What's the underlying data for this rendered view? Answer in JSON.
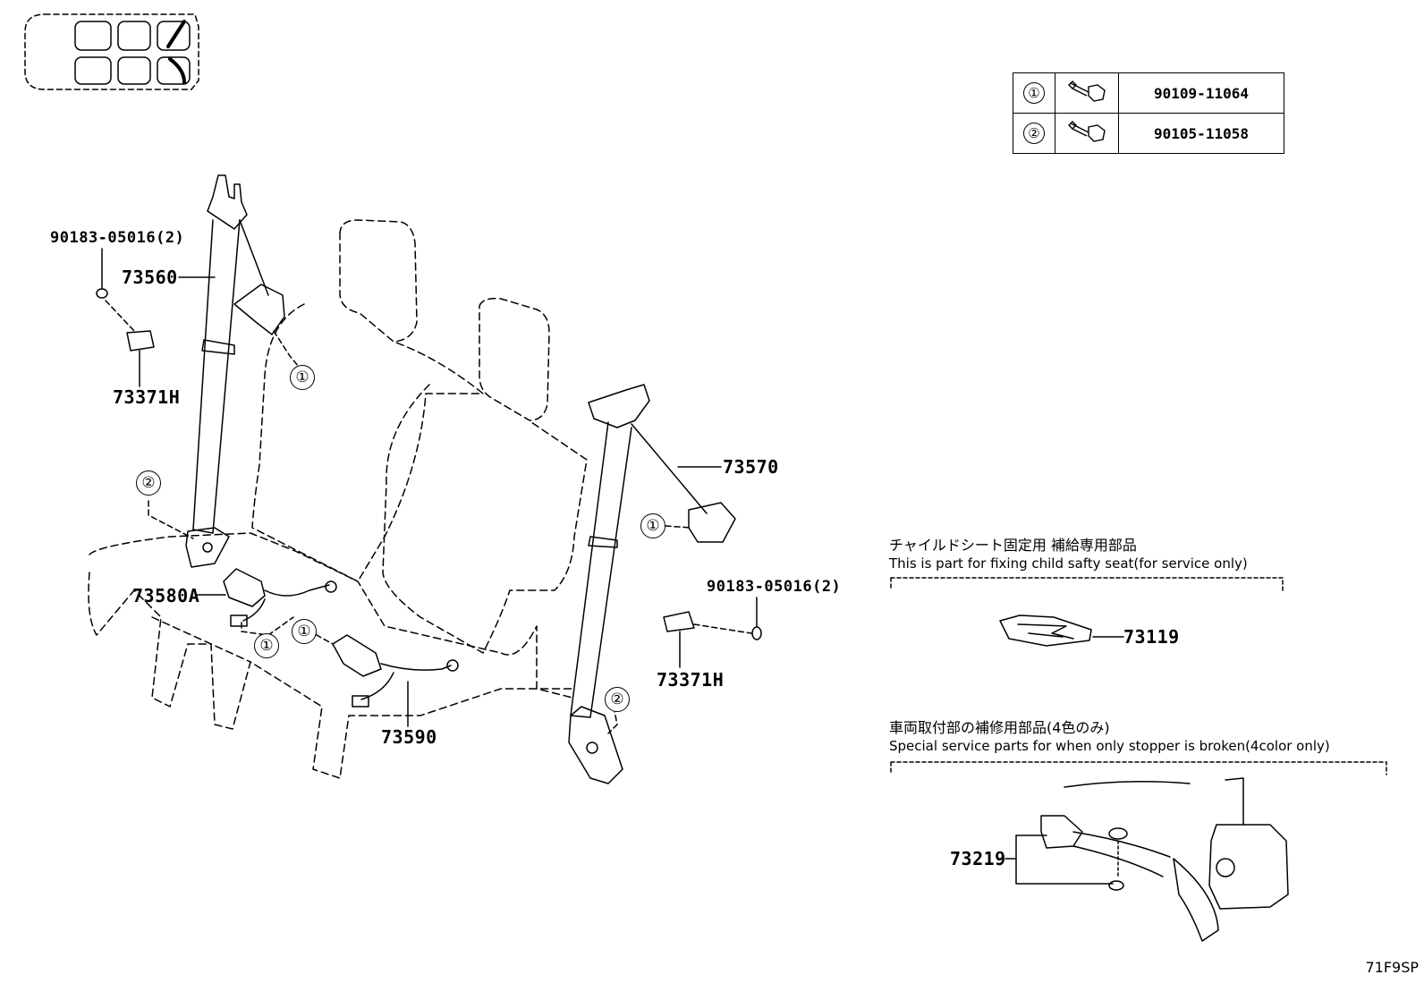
{
  "bolt_table": {
    "rows": [
      {
        "ref": "①",
        "part": "90109-11064",
        "icon": "bolt-icon"
      },
      {
        "ref": "②",
        "part": "90105-11058",
        "icon": "bolt-icon"
      }
    ]
  },
  "part_labels": {
    "washer_left": "90183-05016(2)",
    "belt_left": "73560",
    "cover_left": "73371H",
    "buckle_left": "73580A",
    "buckle_center": "73590",
    "belt_right": "73570",
    "washer_right": "90183-05016(2)",
    "cover_right": "73371H",
    "child_seat_part": "73119",
    "stopper_part": "73219"
  },
  "callouts": {
    "one": "①",
    "two": "②"
  },
  "notes": {
    "child_seat_jp": "チャイルドシート固定用 補給専用部品",
    "child_seat_en": "This is part for fixing child safty seat(for service only)",
    "stopper_jp": "車両取付部の補修用部品(4色のみ)",
    "stopper_en": "Special service parts for when only stopper is broken(4color only)"
  },
  "diagram_code": "71F9SP"
}
